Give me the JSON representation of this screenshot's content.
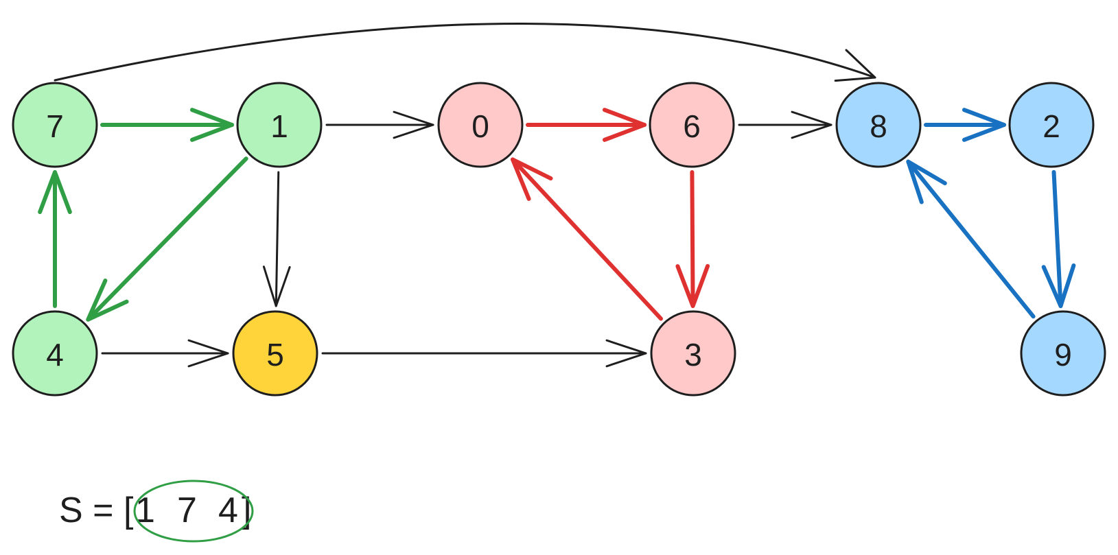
{
  "colors": {
    "green_fill": "#b2f2bb",
    "red_fill": "#ffc9c9",
    "blue_fill": "#a5d8ff",
    "yellow_fill": "#ffd43b",
    "green_stroke": "#2f9e44",
    "red_stroke": "#e03131",
    "blue_stroke": "#1971c2",
    "black_stroke": "#1e1e1e"
  },
  "nodes": [
    {
      "id": "7",
      "label": "7",
      "group": "green"
    },
    {
      "id": "1",
      "label": "1",
      "group": "green"
    },
    {
      "id": "0",
      "label": "0",
      "group": "red"
    },
    {
      "id": "6",
      "label": "6",
      "group": "red"
    },
    {
      "id": "8",
      "label": "8",
      "group": "blue"
    },
    {
      "id": "2",
      "label": "2",
      "group": "blue"
    },
    {
      "id": "4",
      "label": "4",
      "group": "green"
    },
    {
      "id": "5",
      "label": "5",
      "group": "yellow"
    },
    {
      "id": "3",
      "label": "3",
      "group": "red"
    },
    {
      "id": "9",
      "label": "9",
      "group": "blue"
    }
  ],
  "edges": [
    {
      "from": "7",
      "to": "1",
      "color": "green"
    },
    {
      "from": "1",
      "to": "4",
      "color": "green"
    },
    {
      "from": "4",
      "to": "7",
      "color": "green"
    },
    {
      "from": "1",
      "to": "0",
      "color": "black"
    },
    {
      "from": "1",
      "to": "5",
      "color": "black"
    },
    {
      "from": "4",
      "to": "5",
      "color": "black"
    },
    {
      "from": "5",
      "to": "3",
      "color": "black"
    },
    {
      "from": "0",
      "to": "6",
      "color": "red"
    },
    {
      "from": "6",
      "to": "3",
      "color": "red"
    },
    {
      "from": "3",
      "to": "0",
      "color": "red"
    },
    {
      "from": "6",
      "to": "8",
      "color": "black"
    },
    {
      "from": "7",
      "to": "8",
      "color": "black",
      "curved": true
    },
    {
      "from": "8",
      "to": "2",
      "color": "blue"
    },
    {
      "from": "2",
      "to": "9",
      "color": "blue"
    },
    {
      "from": "9",
      "to": "8",
      "color": "blue"
    }
  ],
  "stack": {
    "prefix": "S = [",
    "items": [
      "1",
      "7",
      "4"
    ],
    "suffix": "]",
    "highlight_color": "green"
  }
}
